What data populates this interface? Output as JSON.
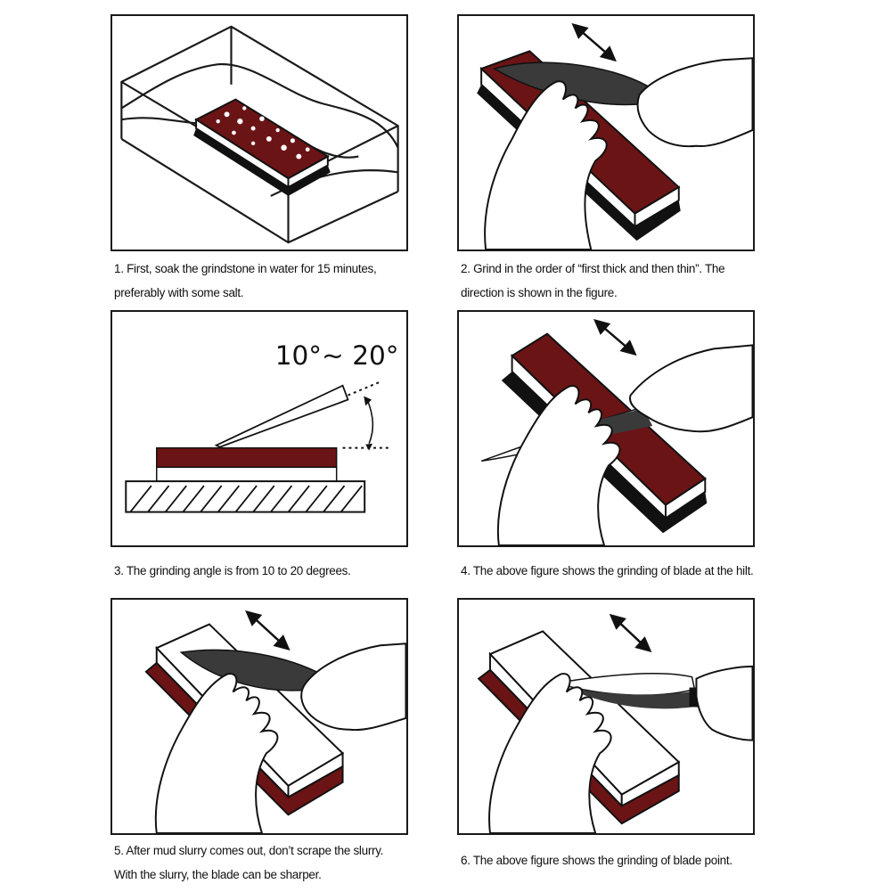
{
  "steps": [
    {
      "id": 1,
      "lines": [
        "1.  First, soak the grindstone in water for 15 minutes,",
        "preferably with some salt."
      ]
    },
    {
      "id": 2,
      "lines": [
        "2.  Grind in the order of “first thick and then thin”. The",
        "direction is shown in the figure."
      ]
    },
    {
      "id": 3,
      "lines": [
        "3.  The grinding angle is from 10 to 20 degrees."
      ],
      "angle_label": "10°~ 20°"
    },
    {
      "id": 4,
      "lines": [
        "4.  The above figure shows the grinding of blade at the hilt."
      ]
    },
    {
      "id": 5,
      "lines": [
        "5.  After mud slurry comes out, don’t scrape the slurry.",
        "With the slurry, the blade can be sharper."
      ]
    },
    {
      "id": 6,
      "lines": [
        "6.  The above figure shows the grinding of blade point."
      ]
    }
  ],
  "colors": {
    "stone_coarse": "#6b1416",
    "stone_fine": "#ffffff",
    "blade": "#3a3a3a",
    "outline": "#1a1a1a"
  }
}
